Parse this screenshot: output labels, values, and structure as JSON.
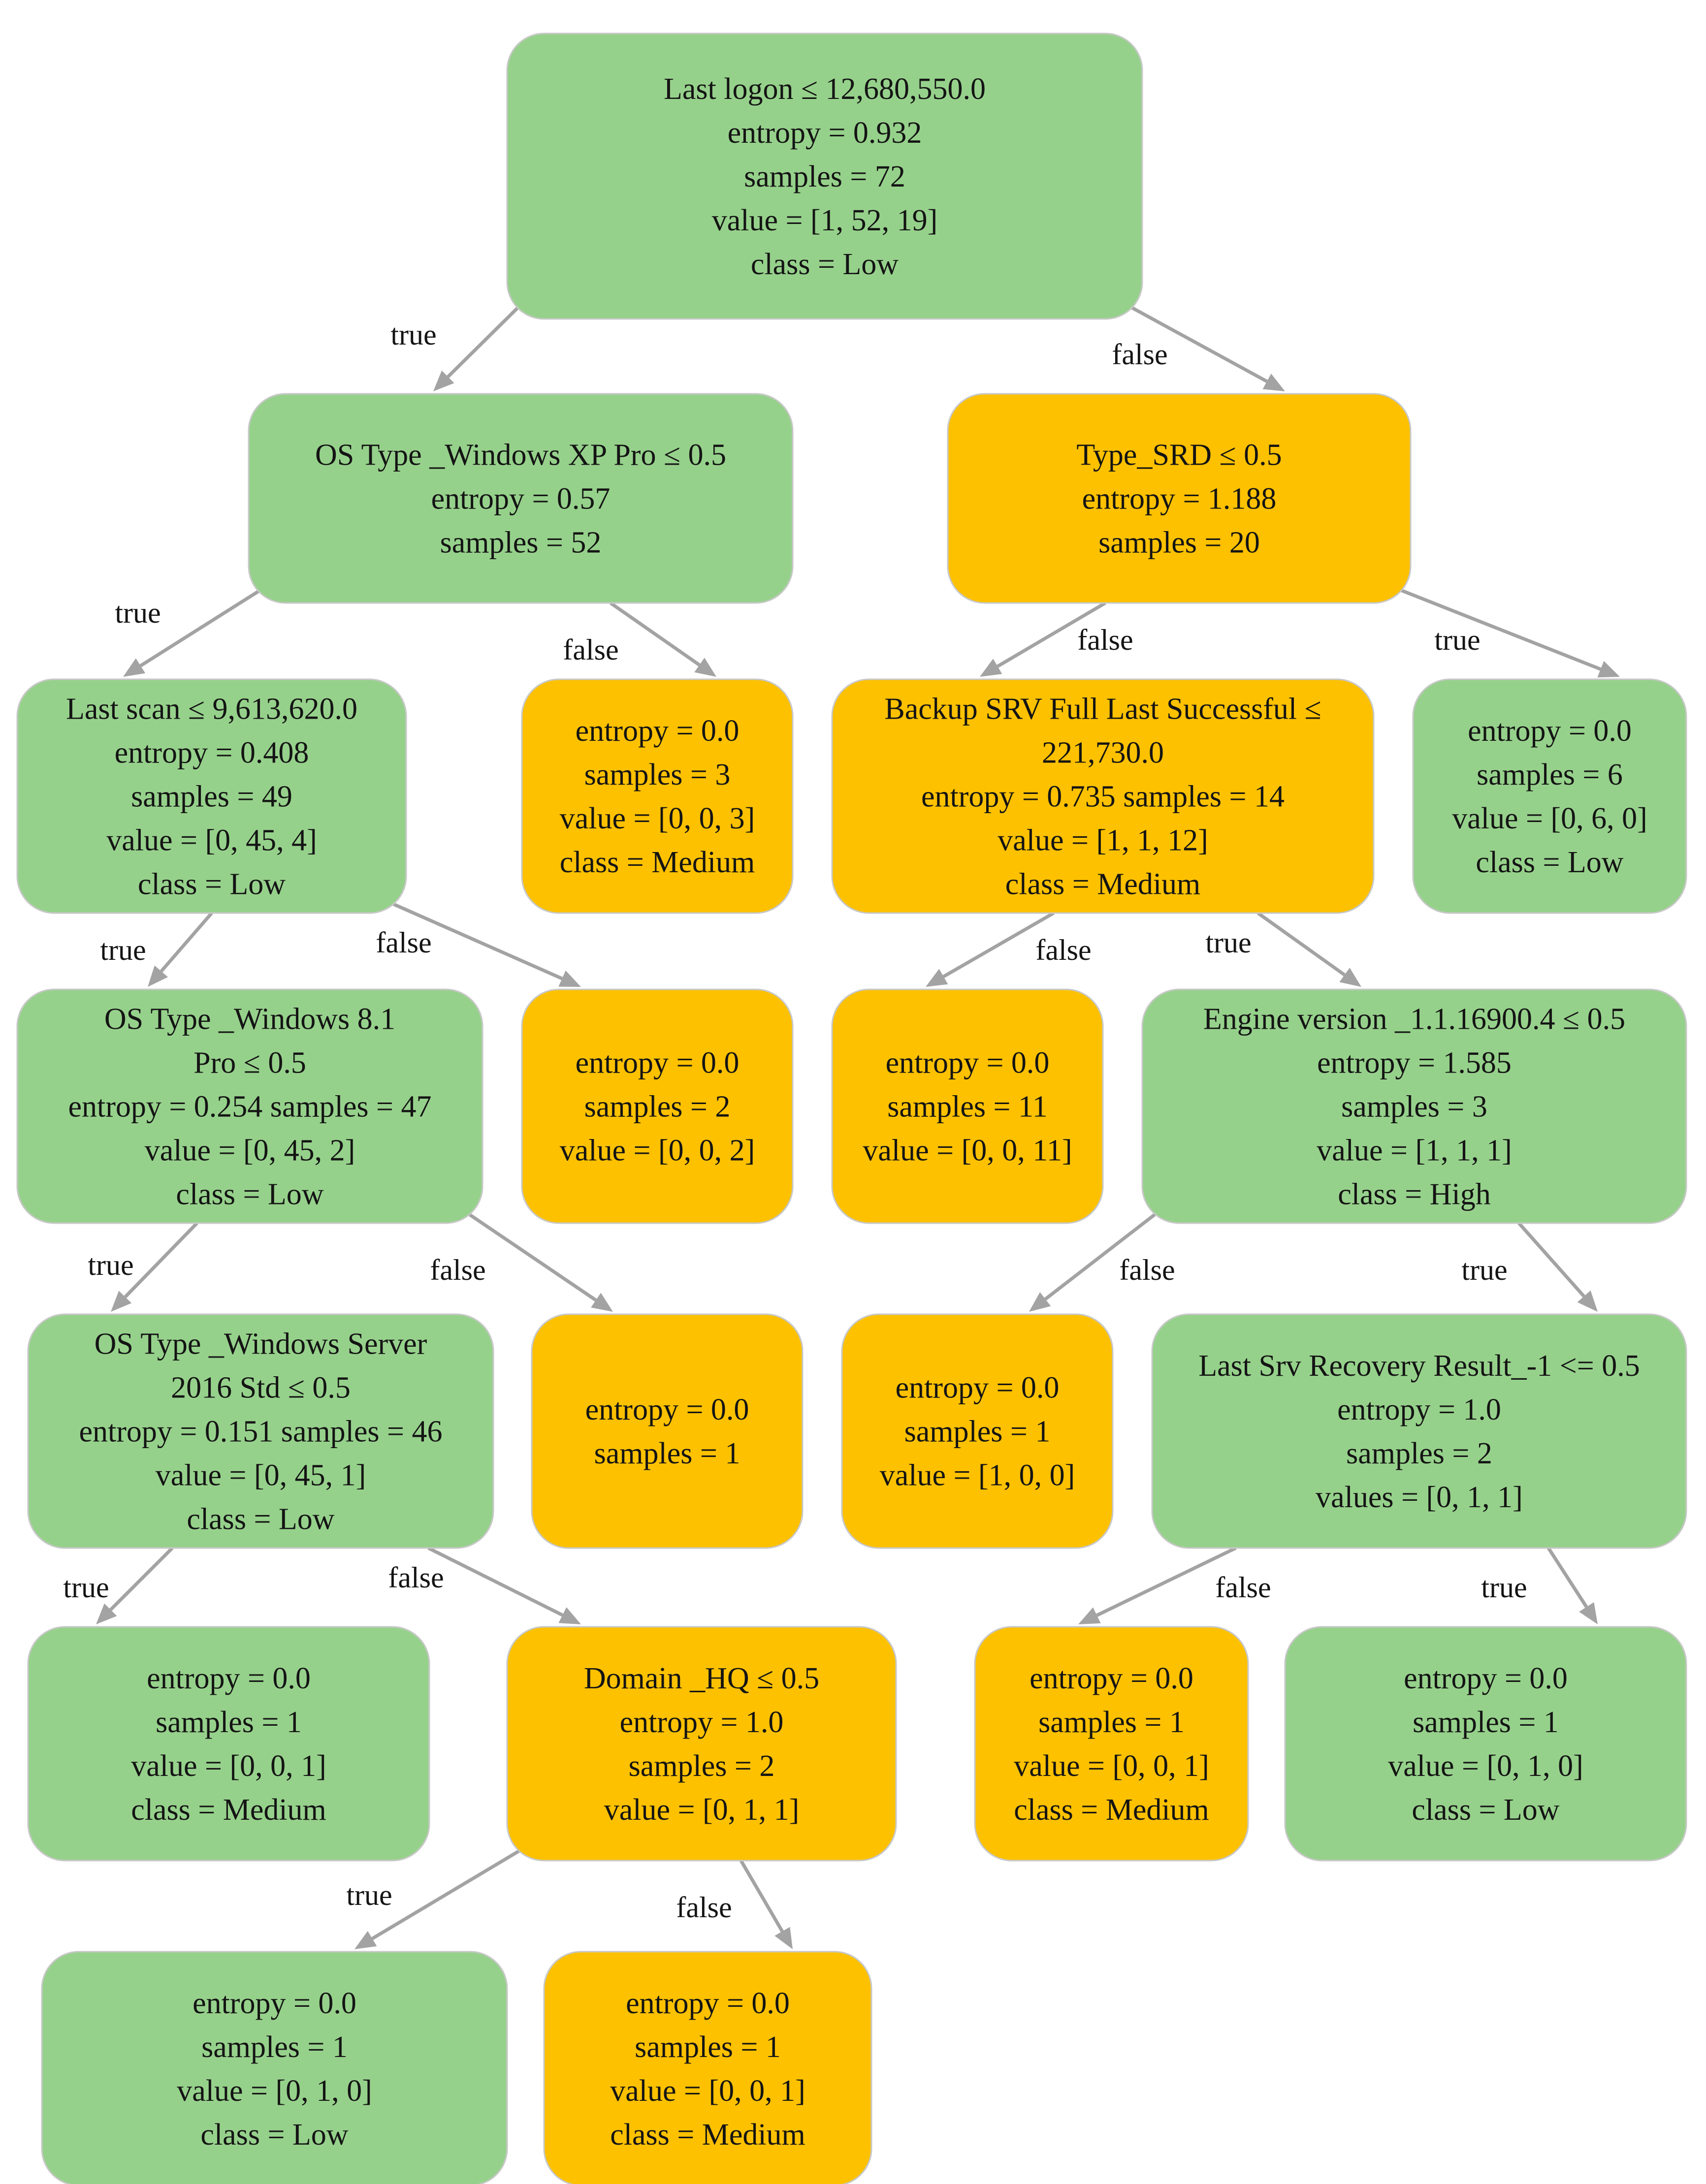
{
  "colors": {
    "green": "#96d18b",
    "orange": "#fdc100",
    "edge": "#a3a3a3",
    "border": "#c8c8c8",
    "text": "#141414"
  },
  "nodes": [
    {
      "id": "root",
      "color": "green",
      "lines": [
        "Last logon  ≤ 12,680,550.0",
        "entropy = 0.932",
        "samples = 72",
        "value = [1, 52, 19]",
        "class = Low"
      ]
    },
    {
      "id": "os-xp",
      "color": "green",
      "lines": [
        "OS Type _Windows XP Pro ≤ 0.5",
        "entropy = 0.57",
        "samples = 52"
      ]
    },
    {
      "id": "type-srd",
      "color": "orange",
      "lines": [
        "Type_SRD ≤ 0.5",
        "entropy = 1.188",
        "samples = 20"
      ]
    },
    {
      "id": "last-scan",
      "color": "green",
      "lines": [
        "Last scan  ≤ 9,613,620.0",
        "entropy = 0.408",
        "samples = 49",
        "value = [0, 45, 4]",
        "class = Low"
      ]
    },
    {
      "id": "leaf-a",
      "color": "orange",
      "lines": [
        "entropy = 0.0",
        "samples = 3",
        "value = [0, 0, 3]",
        "class = Medium"
      ]
    },
    {
      "id": "backup",
      "color": "orange",
      "lines": [
        "Backup SRV Full Last Successful  ≤",
        "221,730.0",
        "entropy = 0.735    samples = 14",
        "value = [1, 1, 12]",
        "class = Medium"
      ]
    },
    {
      "id": "leaf-b",
      "color": "green",
      "lines": [
        "entropy = 0.0",
        "samples = 6",
        "value = [0, 6, 0]",
        "class = Low"
      ]
    },
    {
      "id": "os-81",
      "color": "green",
      "lines": [
        "OS Type _Windows 8.1",
        "Pro ≤ 0.5",
        "entropy = 0.254   samples = 47",
        "value = [0, 45, 2]",
        "class = Low"
      ]
    },
    {
      "id": "leaf-c",
      "color": "orange",
      "lines": [
        "entropy = 0.0",
        "samples = 2",
        "value = [0, 0, 2]"
      ]
    },
    {
      "id": "leaf-d",
      "color": "orange",
      "lines": [
        "entropy = 0.0",
        "samples = 11",
        "value = [0, 0, 11]"
      ]
    },
    {
      "id": "engine",
      "color": "green",
      "lines": [
        "Engine version _1.1.16900.4 ≤ 0.5",
        "entropy = 1.585",
        "samples = 3",
        "value = [1, 1, 1]",
        "class = High"
      ]
    },
    {
      "id": "os-2016",
      "color": "green",
      "lines": [
        "OS Type _Windows Server",
        "2016 Std ≤ 0.5",
        "entropy = 0.151  samples = 46",
        "value = [0, 45, 1]",
        "class = Low"
      ]
    },
    {
      "id": "leaf-e",
      "color": "orange",
      "lines": [
        "entropy = 0.0",
        "samples = 1"
      ]
    },
    {
      "id": "leaf-f",
      "color": "orange",
      "lines": [
        "entropy = 0.0",
        "samples = 1",
        "value = [1, 0, 0]"
      ]
    },
    {
      "id": "recovery",
      "color": "green",
      "lines": [
        "Last Srv Recovery Result_-1 <= 0.5",
        "entropy = 1.0",
        "samples = 2",
        "values = [0, 1, 1]"
      ]
    },
    {
      "id": "leaf-g",
      "color": "green",
      "lines": [
        "entropy = 0.0",
        "samples = 1",
        "value = [0, 0, 1]",
        "class = Medium"
      ]
    },
    {
      "id": "domain",
      "color": "orange",
      "lines": [
        "Domain _HQ ≤ 0.5",
        "entropy = 1.0",
        "samples = 2",
        "value = [0, 1, 1]"
      ]
    },
    {
      "id": "leaf-h",
      "color": "orange",
      "lines": [
        "entropy = 0.0",
        "samples = 1",
        "value = [0, 0, 1]",
        "class = Medium"
      ]
    },
    {
      "id": "leaf-i",
      "color": "green",
      "lines": [
        "entropy = 0.0",
        "samples = 1",
        "value = [0, 1, 0]",
        "class = Low"
      ]
    },
    {
      "id": "leaf-j",
      "color": "green",
      "lines": [
        "entropy = 0.0",
        "samples = 1",
        "value = [0, 1, 0]",
        "class = Low"
      ]
    },
    {
      "id": "leaf-k",
      "color": "orange",
      "lines": [
        "entropy = 0.0",
        "samples = 1",
        "value = [0, 0, 1]",
        "class = Medium"
      ]
    }
  ],
  "edges": [
    {
      "from": "root",
      "to": "os-xp",
      "label": "true"
    },
    {
      "from": "root",
      "to": "type-srd",
      "label": "false"
    },
    {
      "from": "os-xp",
      "to": "last-scan",
      "label": "true"
    },
    {
      "from": "os-xp",
      "to": "leaf-a",
      "label": "false"
    },
    {
      "from": "type-srd",
      "to": "backup",
      "label": "false"
    },
    {
      "from": "type-srd",
      "to": "leaf-b",
      "label": "true"
    },
    {
      "from": "last-scan",
      "to": "os-81",
      "label": "true"
    },
    {
      "from": "last-scan",
      "to": "leaf-c",
      "label": "false"
    },
    {
      "from": "backup",
      "to": "leaf-d",
      "label": "false"
    },
    {
      "from": "backup",
      "to": "engine",
      "label": "true"
    },
    {
      "from": "os-81",
      "to": "os-2016",
      "label": "true"
    },
    {
      "from": "os-81",
      "to": "leaf-e",
      "label": "false"
    },
    {
      "from": "engine",
      "to": "leaf-f",
      "label": "false"
    },
    {
      "from": "engine",
      "to": "recovery",
      "label": "true"
    },
    {
      "from": "os-2016",
      "to": "leaf-g",
      "label": "true"
    },
    {
      "from": "os-2016",
      "to": "domain",
      "label": "false"
    },
    {
      "from": "recovery",
      "to": "leaf-h",
      "label": "false"
    },
    {
      "from": "recovery",
      "to": "leaf-i",
      "label": "true"
    },
    {
      "from": "domain",
      "to": "leaf-j",
      "label": "true"
    },
    {
      "from": "domain",
      "to": "leaf-k",
      "label": "false"
    }
  ]
}
